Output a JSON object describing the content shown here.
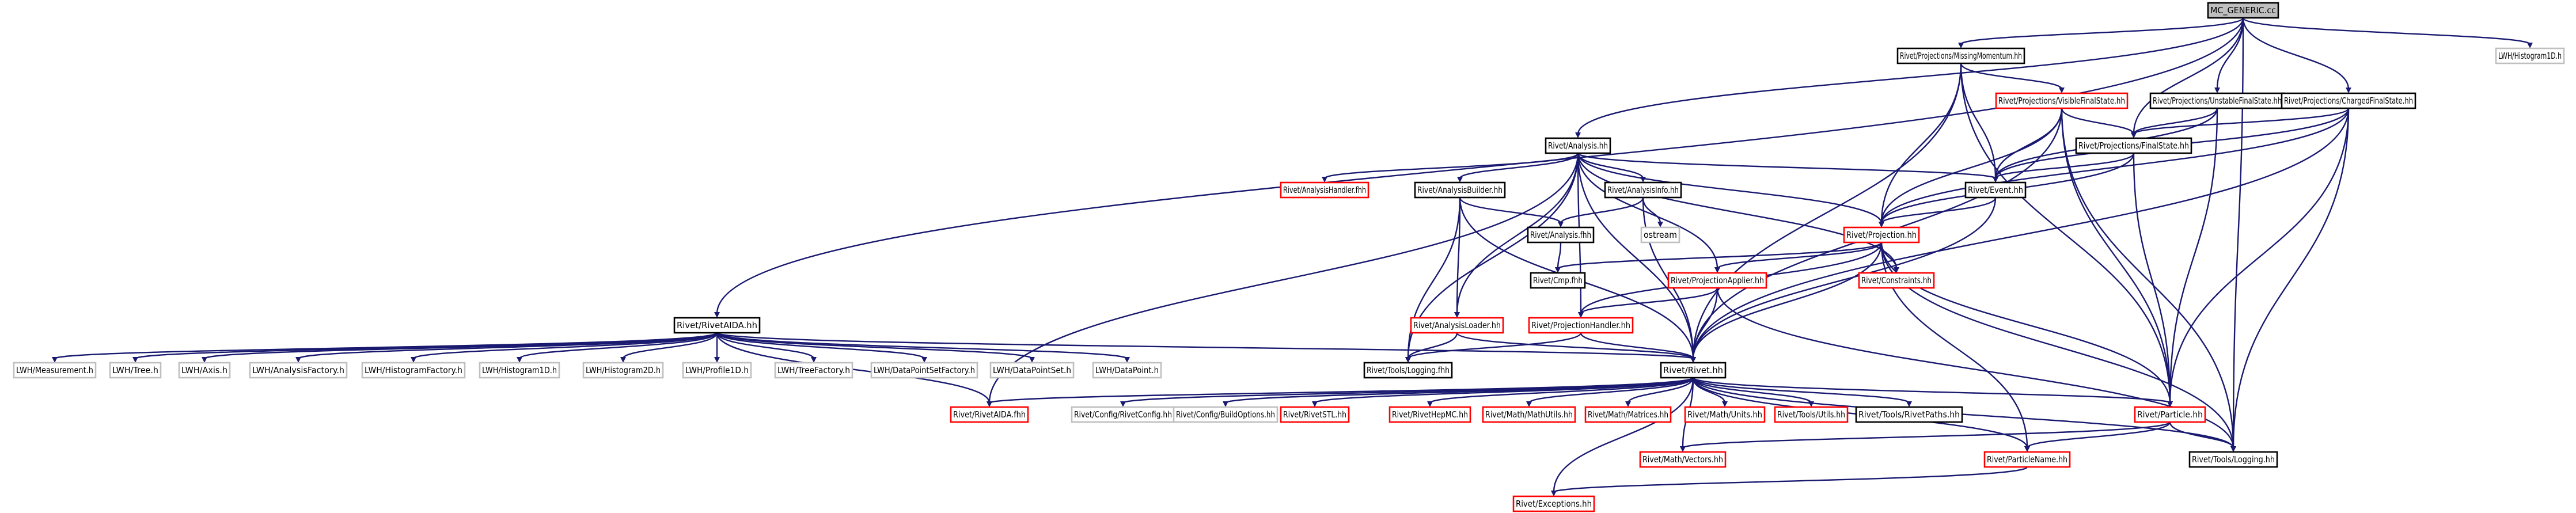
{
  "colors": {
    "edge": "#191970",
    "node_border_black": "#000000",
    "node_border_red": "#ff0000",
    "node_border_grey": "#bfbfbf",
    "root_fill": "#bfbfbf",
    "node_fill": "#ffffff"
  },
  "nodes": [
    {
      "id": "root",
      "label": "MC_GENERIC.cc",
      "style": "root"
    },
    {
      "id": "mm",
      "label": "Rivet/Projections/MissingMomentum.hh",
      "style": "black"
    },
    {
      "id": "lwh1d_top",
      "label": "LWH/Histogram1D.h",
      "style": "grey"
    },
    {
      "id": "vfs",
      "label": "Rivet/Projections/VisibleFinalState.hh",
      "style": "red"
    },
    {
      "id": "ufs",
      "label": "Rivet/Projections/UnstableFinalState.hh",
      "style": "black"
    },
    {
      "id": "cfs",
      "label": "Rivet/Projections/ChargedFinalState.hh",
      "style": "black"
    },
    {
      "id": "ana",
      "label": "Rivet/Analysis.hh",
      "style": "black"
    },
    {
      "id": "fs",
      "label": "Rivet/Projections/FinalState.hh",
      "style": "black"
    },
    {
      "id": "ahf",
      "label": "Rivet/AnalysisHandler.fhh",
      "style": "red"
    },
    {
      "id": "ab",
      "label": "Rivet/AnalysisBuilder.hh",
      "style": "black"
    },
    {
      "id": "ai",
      "label": "Rivet/AnalysisInfo.hh",
      "style": "black"
    },
    {
      "id": "ev",
      "label": "Rivet/Event.hh",
      "style": "black"
    },
    {
      "id": "anaf",
      "label": "Rivet/Analysis.fhh",
      "style": "black"
    },
    {
      "id": "ostream",
      "label": "ostream",
      "style": "grey"
    },
    {
      "id": "proj",
      "label": "Rivet/Projection.hh",
      "style": "red"
    },
    {
      "id": "cmpf",
      "label": "Rivet/Cmp.fhh",
      "style": "black"
    },
    {
      "id": "papp",
      "label": "Rivet/ProjectionApplier.hh",
      "style": "red"
    },
    {
      "id": "cons",
      "label": "Rivet/Constraints.hh",
      "style": "red"
    },
    {
      "id": "aloader",
      "label": "Rivet/AnalysisLoader.hh",
      "style": "red"
    },
    {
      "id": "phandler",
      "label": "Rivet/ProjectionHandler.hh",
      "style": "red"
    },
    {
      "id": "raida",
      "label": "Rivet/RivetAIDA.hh",
      "style": "black"
    },
    {
      "id": "logf",
      "label": "Rivet/Tools/Logging.fhh",
      "style": "black"
    },
    {
      "id": "rivet",
      "label": "Rivet/Rivet.hh",
      "style": "black"
    },
    {
      "id": "lwh_meas",
      "label": "LWH/Measurement.h",
      "style": "grey"
    },
    {
      "id": "lwh_tree",
      "label": "LWH/Tree.h",
      "style": "grey"
    },
    {
      "id": "lwh_axis",
      "label": "LWH/Axis.h",
      "style": "grey"
    },
    {
      "id": "lwh_af",
      "label": "LWH/AnalysisFactory.h",
      "style": "grey"
    },
    {
      "id": "lwh_hf",
      "label": "LWH/HistogramFactory.h",
      "style": "grey"
    },
    {
      "id": "lwh_h1d",
      "label": "LWH/Histogram1D.h",
      "style": "grey"
    },
    {
      "id": "lwh_h2d",
      "label": "LWH/Histogram2D.h",
      "style": "grey"
    },
    {
      "id": "lwh_p1d",
      "label": "LWH/Profile1D.h",
      "style": "grey"
    },
    {
      "id": "lwh_tf",
      "label": "LWH/TreeFactory.h",
      "style": "grey"
    },
    {
      "id": "lwh_dpsf",
      "label": "LWH/DataPointSetFactory.h",
      "style": "grey"
    },
    {
      "id": "lwh_dps",
      "label": "LWH/DataPointSet.h",
      "style": "grey"
    },
    {
      "id": "lwh_dp",
      "label": "LWH/DataPoint.h",
      "style": "grey"
    },
    {
      "id": "raidaf",
      "label": "Rivet/RivetAIDA.fhh",
      "style": "red"
    },
    {
      "id": "cfg",
      "label": "Rivet/Config/RivetConfig.hh",
      "style": "grey"
    },
    {
      "id": "bopt",
      "label": "Rivet/Config/BuildOptions.hh",
      "style": "grey"
    },
    {
      "id": "stl",
      "label": "Rivet/RivetSTL.hh",
      "style": "red"
    },
    {
      "id": "hepmc",
      "label": "Rivet/RivetHepMC.hh",
      "style": "red"
    },
    {
      "id": "mutils",
      "label": "Rivet/Math/MathUtils.hh",
      "style": "red"
    },
    {
      "id": "mmat",
      "label": "Rivet/Math/Matrices.hh",
      "style": "red"
    },
    {
      "id": "munits",
      "label": "Rivet/Math/Units.hh",
      "style": "red"
    },
    {
      "id": "tutils",
      "label": "Rivet/Tools/Utils.hh",
      "style": "red"
    },
    {
      "id": "rpaths",
      "label": "Rivet/Tools/RivetPaths.hh",
      "style": "black"
    },
    {
      "id": "particle",
      "label": "Rivet/Particle.hh",
      "style": "red"
    },
    {
      "id": "vec",
      "label": "Rivet/Math/Vectors.hh",
      "style": "red"
    },
    {
      "id": "pname",
      "label": "Rivet/ParticleName.hh",
      "style": "red"
    },
    {
      "id": "logging",
      "label": "Rivet/Tools/Logging.hh",
      "style": "black"
    },
    {
      "id": "exc",
      "label": "Rivet/Exceptions.hh",
      "style": "red"
    }
  ],
  "edges": [
    [
      "root",
      "mm"
    ],
    [
      "root",
      "lwh1d_top"
    ],
    [
      "root",
      "ufs"
    ],
    [
      "root",
      "cfs"
    ],
    [
      "root",
      "ana"
    ],
    [
      "root",
      "raida"
    ],
    [
      "root",
      "logging"
    ],
    [
      "root",
      "fs"
    ],
    [
      "mm",
      "vfs"
    ],
    [
      "mm",
      "ev"
    ],
    [
      "mm",
      "proj"
    ],
    [
      "mm",
      "rivet"
    ],
    [
      "mm",
      "particle"
    ],
    [
      "vfs",
      "fs"
    ],
    [
      "vfs",
      "ev"
    ],
    [
      "vfs",
      "proj"
    ],
    [
      "vfs",
      "rivet"
    ],
    [
      "vfs",
      "particle"
    ],
    [
      "vfs",
      "logging"
    ],
    [
      "ufs",
      "fs"
    ],
    [
      "ufs",
      "ev"
    ],
    [
      "ufs",
      "particle"
    ],
    [
      "cfs",
      "fs"
    ],
    [
      "cfs",
      "ev"
    ],
    [
      "cfs",
      "proj"
    ],
    [
      "cfs",
      "rivet"
    ],
    [
      "cfs",
      "particle"
    ],
    [
      "cfs",
      "logging"
    ],
    [
      "fs",
      "ev"
    ],
    [
      "fs",
      "proj"
    ],
    [
      "fs",
      "particle"
    ],
    [
      "ana",
      "ahf"
    ],
    [
      "ana",
      "ab"
    ],
    [
      "ana",
      "ai"
    ],
    [
      "ana",
      "ev"
    ],
    [
      "ana",
      "proj"
    ],
    [
      "ana",
      "cons"
    ],
    [
      "ana",
      "papp"
    ],
    [
      "ana",
      "aloader"
    ],
    [
      "ana",
      "phandler"
    ],
    [
      "ana",
      "rivet"
    ],
    [
      "ana",
      "raidaf"
    ],
    [
      "ana",
      "logf"
    ],
    [
      "ab",
      "anaf"
    ],
    [
      "ab",
      "aloader"
    ],
    [
      "ab",
      "rivet"
    ],
    [
      "ab",
      "logf"
    ],
    [
      "ai",
      "anaf"
    ],
    [
      "ai",
      "ostream"
    ],
    [
      "ai",
      "rivet"
    ],
    [
      "anaf",
      "cmpf"
    ],
    [
      "ev",
      "proj"
    ],
    [
      "ev",
      "rivet"
    ],
    [
      "proj",
      "cmpf"
    ],
    [
      "proj",
      "cons"
    ],
    [
      "proj",
      "papp"
    ],
    [
      "proj",
      "phandler"
    ],
    [
      "proj",
      "rivet"
    ],
    [
      "proj",
      "pname"
    ],
    [
      "proj",
      "logging"
    ],
    [
      "proj",
      "particle"
    ],
    [
      "papp",
      "phandler"
    ],
    [
      "papp",
      "rivet"
    ],
    [
      "papp",
      "logging"
    ],
    [
      "aloader",
      "logf"
    ],
    [
      "aloader",
      "rivet"
    ],
    [
      "phandler",
      "rivet"
    ],
    [
      "phandler",
      "logf"
    ],
    [
      "raida",
      "lwh_meas"
    ],
    [
      "raida",
      "lwh_tree"
    ],
    [
      "raida",
      "lwh_axis"
    ],
    [
      "raida",
      "lwh_af"
    ],
    [
      "raida",
      "lwh_hf"
    ],
    [
      "raida",
      "lwh_h1d"
    ],
    [
      "raida",
      "lwh_h2d"
    ],
    [
      "raida",
      "lwh_p1d"
    ],
    [
      "raida",
      "lwh_tf"
    ],
    [
      "raida",
      "lwh_dpsf"
    ],
    [
      "raida",
      "lwh_dps"
    ],
    [
      "raida",
      "lwh_dp"
    ],
    [
      "raida",
      "raidaf"
    ],
    [
      "raida",
      "rivet"
    ],
    [
      "rivet",
      "raidaf"
    ],
    [
      "rivet",
      "cfg"
    ],
    [
      "rivet",
      "bopt"
    ],
    [
      "rivet",
      "stl"
    ],
    [
      "rivet",
      "hepmc"
    ],
    [
      "rivet",
      "mutils"
    ],
    [
      "rivet",
      "mmat"
    ],
    [
      "rivet",
      "munits"
    ],
    [
      "rivet",
      "tutils"
    ],
    [
      "rivet",
      "rpaths"
    ],
    [
      "rivet",
      "particle"
    ],
    [
      "rivet",
      "vec"
    ],
    [
      "rivet",
      "pname"
    ],
    [
      "rivet",
      "logging"
    ],
    [
      "rivet",
      "exc"
    ],
    [
      "particle",
      "vec"
    ],
    [
      "particle",
      "pname"
    ],
    [
      "particle",
      "logging"
    ],
    [
      "pname",
      "exc"
    ]
  ]
}
